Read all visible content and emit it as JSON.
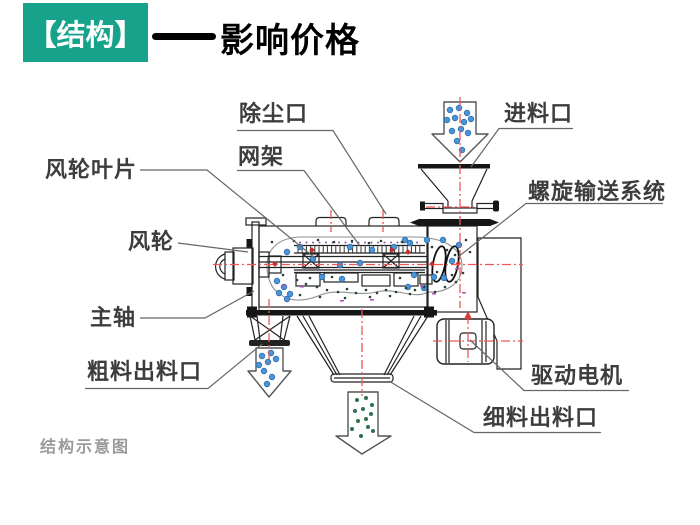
{
  "header": {
    "tag": "【结构】",
    "title": "影响价格",
    "tag_bg": "#17a28b",
    "tag_text_color": "#ffffff"
  },
  "diagram": {
    "caption": "结构示意图",
    "labels": {
      "impeller_blade": "风轮叶片",
      "dust_port": "除尘口",
      "mesh_frame": "网架",
      "impeller": "风轮",
      "main_shaft": "主轴",
      "coarse_outlet": "粗料出料口",
      "feed_inlet": "进料口",
      "screw_conveyor": "螺旋输送系统",
      "drive_motor": "驱动电机",
      "fine_outlet": "细料出料口"
    },
    "colors": {
      "centerline_red": "#ef5757",
      "particle_blue": "#4a94d8",
      "particle_fine_green": "#2e7050",
      "drawing_ink": "#222222",
      "leader_gray": "#666666",
      "caption_gray": "#9a9a9a"
    }
  }
}
